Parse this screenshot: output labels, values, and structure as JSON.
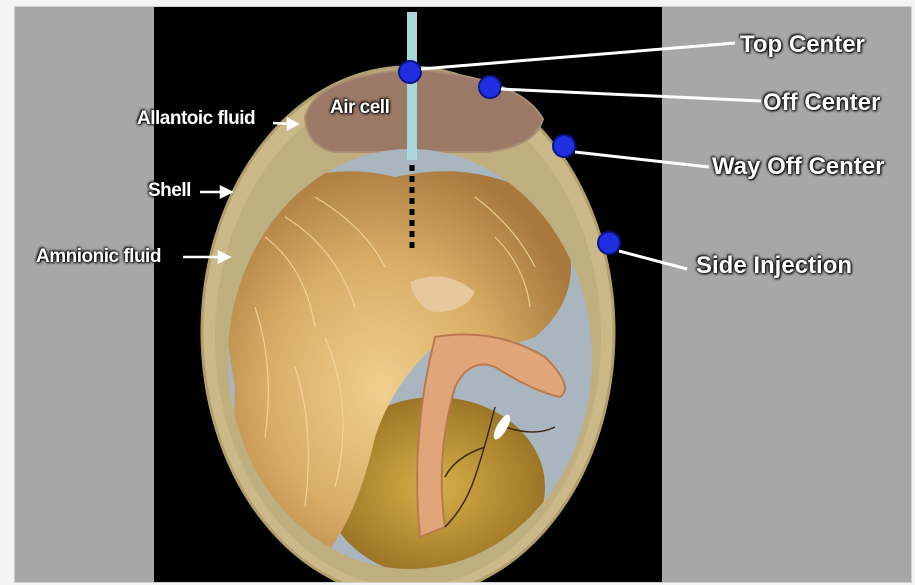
{
  "labels": {
    "air_cell": "Air cell",
    "allantoic_fluid": "Allantoic fluid",
    "shell": "Shell",
    "amnionic_fluid": "Amnionic fluid",
    "top_center": "Top Center",
    "off_center": "Off Center",
    "way_off_center": "Way Off Center",
    "side_injection": "Side Injection"
  },
  "colors": {
    "background_gray": "#a7a7a7",
    "center_panel": "#000000",
    "shell": "#cbb98a",
    "air_cell": "#9a7a66",
    "fluid": "#a9b6bf",
    "embryo": "#d7a964",
    "injection_dot": "#1f2fe0",
    "needle": "#a9d6d8"
  },
  "icons": [
    "injection-point-icon",
    "needle-icon",
    "arrow-icon"
  ]
}
